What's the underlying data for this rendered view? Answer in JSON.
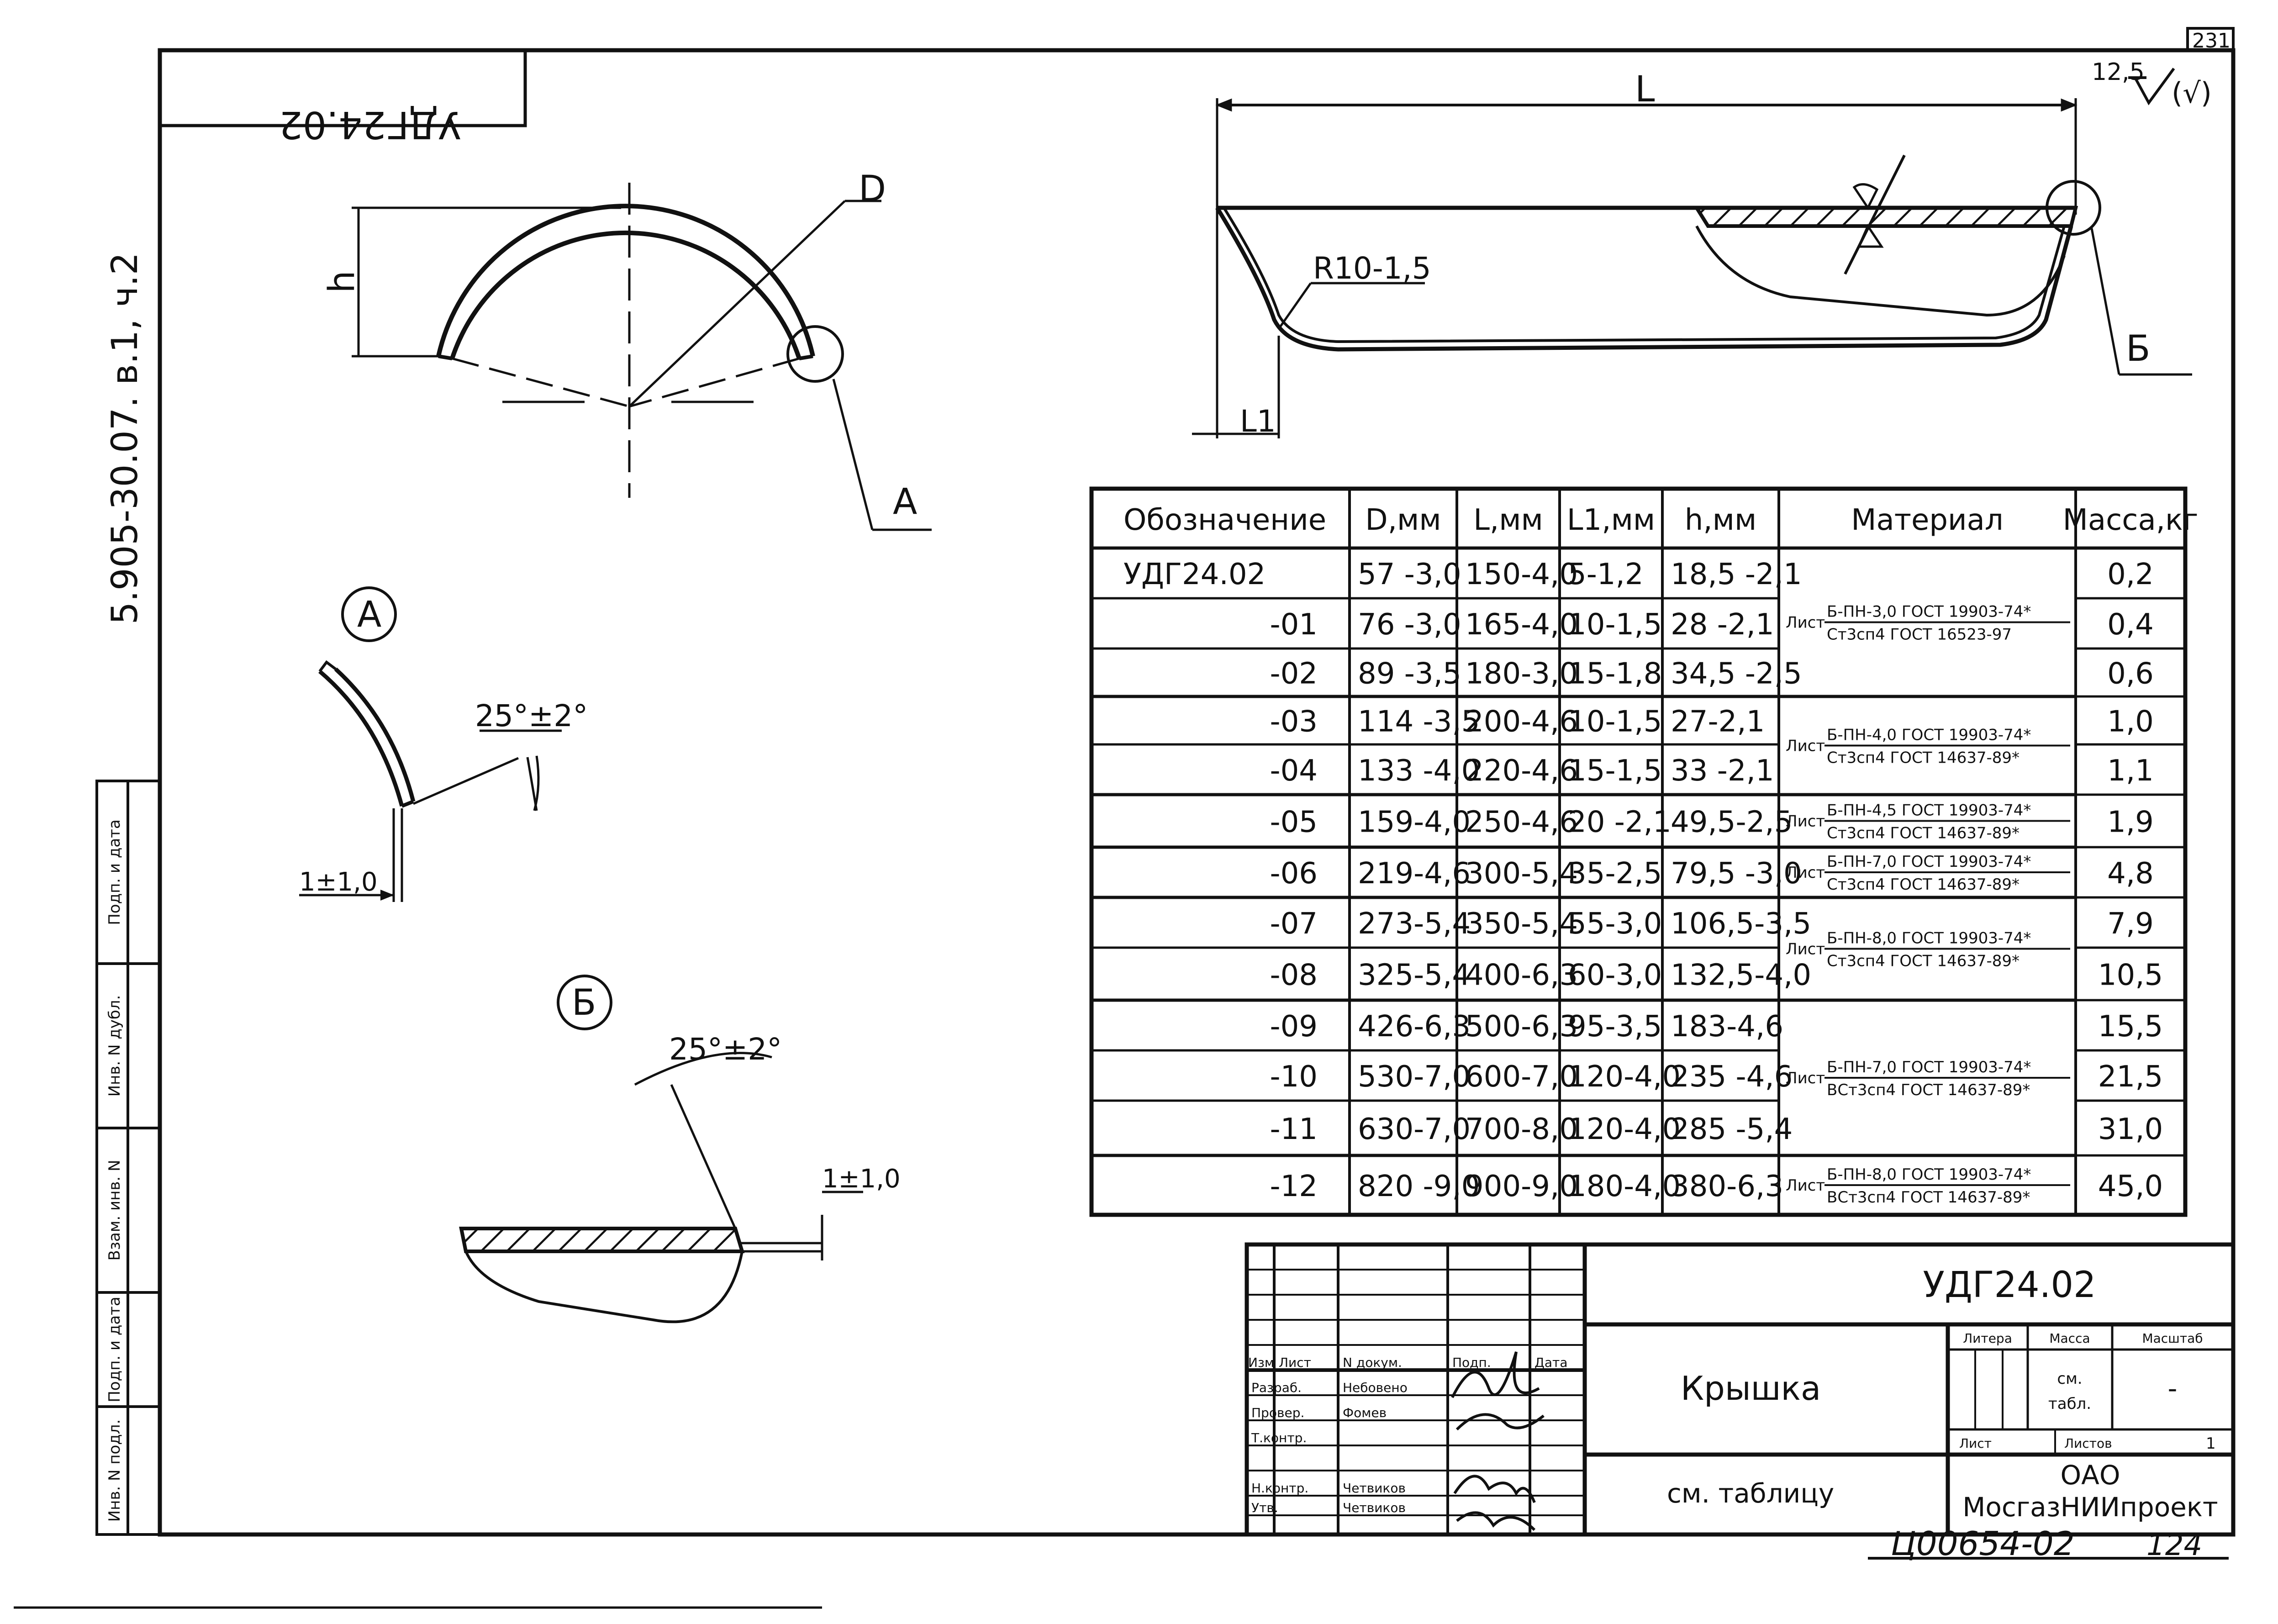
{
  "sheet": {
    "page_number": "231",
    "doc_ref_vertical": "5.905-30.07. в.1, ч.2",
    "mirror_code": "УДГ24.02",
    "roughness": "12,5",
    "roughness_suffix": "(√)",
    "bottom_number": "Ц00654-02",
    "bottom_page": "124"
  },
  "drawing": {
    "label_D": "D",
    "label_h": "h",
    "label_A": "А",
    "label_L": "L",
    "label_L1": "L1",
    "label_R": "R10-1,5",
    "label_B": "Б",
    "detail_A": "А",
    "detail_B": "Б",
    "angle_A": "25°±2°",
    "angle_B": "25°±2°",
    "tol_A": "1±1,0",
    "tol_B": "1±1,0"
  },
  "left_stamp": [
    "Подп. и дата",
    "Инв. N дубл.",
    "Взам. инв. N",
    "Подп. и дата",
    "Инв. N подл."
  ],
  "table": {
    "headers": [
      "Обозначение",
      "D,мм",
      "L,мм",
      "L1,мм",
      "h,мм",
      "Материал",
      "Масса,кг"
    ],
    "rows": [
      {
        "des": "УДГ24.02",
        "D": "57 -3,0",
        "L": "150-4,0",
        "L1": "5-1,2",
        "h": "18,5 -2,1",
        "mass": "0,2"
      },
      {
        "des": "-01",
        "D": "76 -3,0",
        "L": "165-4,0",
        "L1": "10-1,5",
        "h": "28 -2,1",
        "mass": "0,4"
      },
      {
        "des": "-02",
        "D": "89 -3,5",
        "L": "180-3,0",
        "L1": "15-1,8",
        "h": "34,5 -2,5",
        "mass": "0,6"
      },
      {
        "des": "-03",
        "D": "114 -3,5",
        "L": "200-4,6",
        "L1": "10-1,5",
        "h": "27-2,1",
        "mass": "1,0"
      },
      {
        "des": "-04",
        "D": "133 -4,0",
        "L": "220-4,6",
        "L1": "15-1,5",
        "h": "33 -2,1",
        "mass": "1,1"
      },
      {
        "des": "-05",
        "D": "159-4,0",
        "L": "250-4,6",
        "L1": "20 -2,1",
        "h": "49,5-2,5",
        "mass": "1,9"
      },
      {
        "des": "-06",
        "D": "219-4,6",
        "L": "300-5,4",
        "L1": "35-2,5",
        "h": "79,5 -3,0",
        "mass": "4,8"
      },
      {
        "des": "-07",
        "D": "273-5,4",
        "L": "350-5,4",
        "L1": "55-3,0",
        "h": "106,5-3,5",
        "mass": "7,9"
      },
      {
        "des": "-08",
        "D": "325-5,4",
        "L": "400-6,3",
        "L1": "60-3,0",
        "h": "132,5-4,0",
        "mass": "10,5"
      },
      {
        "des": "-09",
        "D": "426-6,3",
        "L": "500-6,3",
        "L1": "95-3,5",
        "h": "183-4,6",
        "mass": "15,5"
      },
      {
        "des": "-10",
        "D": "530-7,0",
        "L": "600-7,0",
        "L1": "120-4,0",
        "h": "235 -4,6",
        "mass": "21,5"
      },
      {
        "des": "-11",
        "D": "630-7,0",
        "L": "700-8,0",
        "L1": "120-4,0",
        "h": "285 -5,4",
        "mass": "31,0"
      },
      {
        "des": "-12",
        "D": "820 -9,0",
        "L": "900-9,0",
        "L1": "180-4,0",
        "h": "380-6,3",
        "mass": "45,0"
      }
    ],
    "materials": [
      {
        "prefix": "Лист",
        "top": "Б-ПН-3,0 ГОСТ 19903-74*",
        "bottom": "Ст3сп4 ГОСТ 16523-97"
      },
      {
        "prefix": "Лист",
        "top": "Б-ПН-4,0 ГОСТ 19903-74*",
        "bottom": "Ст3сп4 ГОСТ 14637-89*"
      },
      {
        "prefix": "Лист",
        "top": "Б-ПН-4,5 ГОСТ 19903-74*",
        "bottom": "Ст3сп4 ГОСТ 14637-89*"
      },
      {
        "prefix": "Лист",
        "top": "Б-ПН-7,0 ГОСТ 19903-74*",
        "bottom": "Ст3сп4 ГОСТ 14637-89*"
      },
      {
        "prefix": "Лист",
        "top": "Б-ПН-8,0 ГОСТ 19903-74*",
        "bottom": "Ст3сп4 ГОСТ 14637-89*"
      },
      {
        "prefix": "Лист",
        "top": "Б-ПН-7,0 ГОСТ 19903-74*",
        "bottom": "ВСт3сп4 ГОСТ 14637-89*"
      },
      {
        "prefix": "Лист",
        "top": "Б-ПН-8,0 ГОСТ 19903-74*",
        "bottom": "ВСт3сп4 ГОСТ 14637-89*"
      }
    ]
  },
  "title_block": {
    "designation": "УДГ24.02",
    "name": "Крышка",
    "material": "см. таблицу",
    "org_line1": "ОАО",
    "org_line2": "МосгазНИИпроект",
    "col_litera": "Литера",
    "col_mass": "Масса",
    "col_scale": "Масштаб",
    "mass_value_1": "см.",
    "mass_value_2": "табл.",
    "scale_value": "-",
    "sheet_label": "Лист",
    "sheets_label": "Листов",
    "sheets_value": "1",
    "head_izm": "Изм",
    "head_list": "Лист",
    "head_doc": "N докум.",
    "head_sign": "Подп.",
    "head_date": "Дата",
    "role_1": "Разраб.",
    "name_1": "Небовено",
    "role_2": "Провер.",
    "name_2": "Фомев",
    "role_3": "Т.контр.",
    "role_4": "Н.контр.",
    "name_4": "Четвиков",
    "role_5": "Утв.",
    "name_5": "Четвиков"
  }
}
